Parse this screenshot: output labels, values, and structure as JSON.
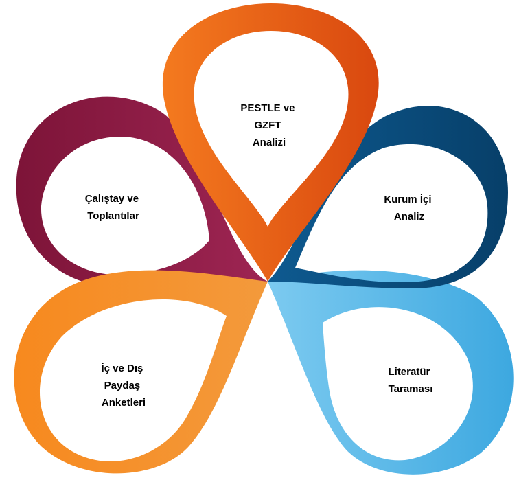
{
  "diagram": {
    "petals": [
      {
        "id": "pestle",
        "lines": [
          "PESTLE ve",
          "GZFT",
          "Analizi"
        ],
        "color_outer": "#f06a10",
        "color_inner": "#e05d14"
      },
      {
        "id": "kurum",
        "lines": [
          "Kurum İçi",
          "Analiz"
        ],
        "color_outer": "#0a4d7e",
        "color_inner": "#1d5f8f"
      },
      {
        "id": "literatur",
        "lines": [
          "Literatür",
          "Taraması"
        ],
        "color_outer": "#4fb3e8",
        "color_inner": "#6cc3ef"
      },
      {
        "id": "paydas",
        "lines": [
          "İç ve Dış",
          "Paydaş",
          "Anketleri"
        ],
        "color_outer": "#f58220",
        "color_inner": "#f79537"
      },
      {
        "id": "calistay",
        "lines": [
          "Çalıştay ve",
          "Toplantılar"
        ],
        "color_outer": "#8c1840",
        "color_inner": "#9c2450"
      }
    ]
  }
}
